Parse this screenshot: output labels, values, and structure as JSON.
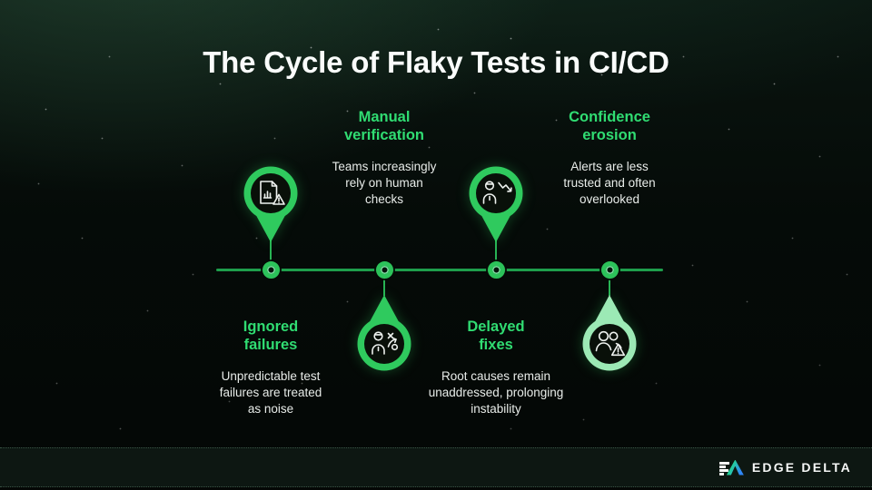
{
  "slide": {
    "title": "The Cycle of Flaky Tests in CI/CD"
  },
  "timeline": {
    "stages": [
      {
        "heading": "Ignored failures",
        "body": "Unpredictable test failures are treated as noise",
        "icon": "report-warning-icon",
        "pin_side": "above-axis",
        "label_side": "below-axis",
        "pin_color": "#2fca5e"
      },
      {
        "heading": "Manual verification",
        "body": "Teams increasingly rely on human checks",
        "icon": "person-strategy-icon",
        "pin_side": "below-axis",
        "label_side": "above-axis",
        "pin_color": "#2fca5e"
      },
      {
        "heading": "Delayed fixes",
        "body": "Root causes remain unaddressed, prolonging instability",
        "icon": "person-decline-icon",
        "pin_side": "above-axis",
        "label_side": "below-axis",
        "pin_color": "#2fca5e"
      },
      {
        "heading": "Confidence erosion",
        "body": "Alerts are less trusted and often overlooked",
        "icon": "people-warning-icon",
        "pin_side": "below-axis",
        "label_side": "above-axis",
        "pin_color": "#9ce9b5"
      }
    ]
  },
  "footer": {
    "brand": "EDGE DELTA"
  },
  "colors": {
    "heading_green": "#30dc72",
    "pin_green": "#2fca5e",
    "pin_mint": "#9ce9b5",
    "axis_green": "#1e9e4c",
    "body_text": "#e8ece9",
    "title_text": "#fafcfb",
    "footer_background": "#0d1712",
    "logo_gradient_start": "#23dd8a",
    "logo_gradient_end": "#2f86f6"
  }
}
